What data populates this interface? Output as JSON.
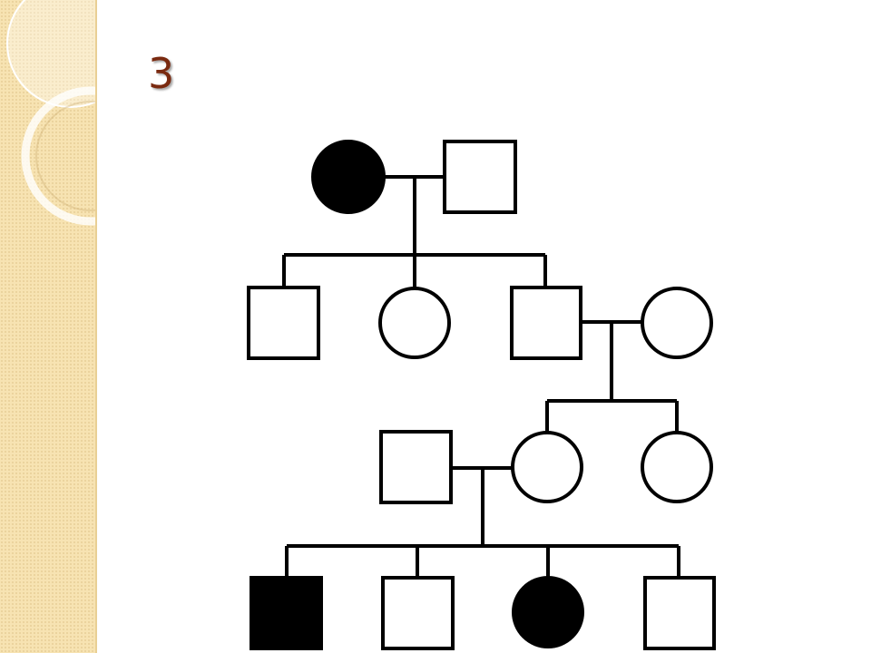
{
  "slide": {
    "number": "3"
  },
  "pedigree": {
    "individuals": [
      {
        "id": "g1-female",
        "sex": "female",
        "affected": true
      },
      {
        "id": "g1-male",
        "sex": "male",
        "affected": false
      },
      {
        "id": "g2-son-1",
        "sex": "male",
        "affected": false
      },
      {
        "id": "g2-daughter",
        "sex": "female",
        "affected": false
      },
      {
        "id": "g2-son-2",
        "sex": "male",
        "affected": false
      },
      {
        "id": "g2-spouse-female",
        "sex": "female",
        "affected": false
      },
      {
        "id": "g3-spouse-male",
        "sex": "male",
        "affected": false
      },
      {
        "id": "g3-daughter-1",
        "sex": "female",
        "affected": false
      },
      {
        "id": "g3-daughter-2",
        "sex": "female",
        "affected": false
      },
      {
        "id": "g4-son-1",
        "sex": "male",
        "affected": true
      },
      {
        "id": "g4-son-2",
        "sex": "male",
        "affected": false
      },
      {
        "id": "g4-daughter",
        "sex": "female",
        "affected": true
      },
      {
        "id": "g4-son-3",
        "sex": "male",
        "affected": false
      }
    ]
  },
  "colors": {
    "affected": "#000000",
    "unaffected": "#ffffff",
    "line": "#000000",
    "title": "#7a2a10"
  }
}
